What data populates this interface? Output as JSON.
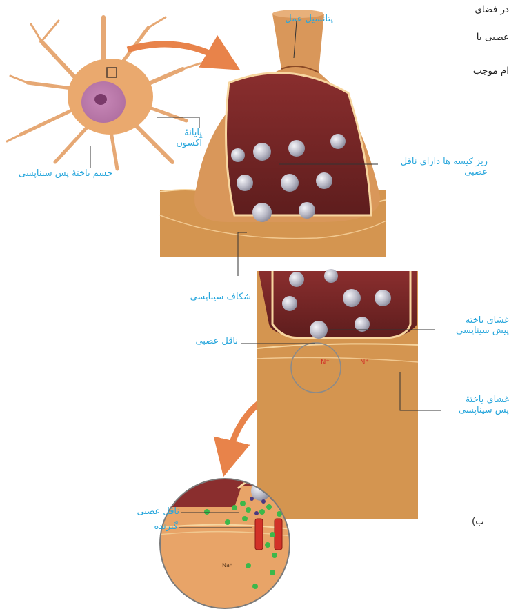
{
  "body_text": [
    "در فضای",
    "عصبی  با",
    "ام موجب"
  ],
  "labels": {
    "action_potential": "پتانسیل عمل",
    "axon_terminal": "پایانهٔ\nآکسون",
    "postsynaptic_cell_body": "جسم یاختهٔ پس سیناپسی",
    "vesicles": "ریز کیسه ها دارای ناقل\nعصبی",
    "synaptic_cleft": "شکاف سیناپسی",
    "neurotransmitter_mid": "ناقل عصبی",
    "presynaptic_membrane": "غشای یاخته\nپیش سیناپسی",
    "postsynaptic_membrane": "غشای یاختهٔ\nپس سیناپسی",
    "neurotransmitter_bottom": "ناقل عصبی",
    "receptor": "گیرنده",
    "figure_letter": "ب)",
    "sodium": "Na⁺"
  },
  "colors": {
    "label": "#27a6dc",
    "tissue": "#d49550",
    "interior": "#7a2828",
    "vesicle": "#c8c8d2",
    "neurotransmitter": "#3cb84a",
    "channel": "#d23228",
    "arrow": "#e8834a"
  }
}
